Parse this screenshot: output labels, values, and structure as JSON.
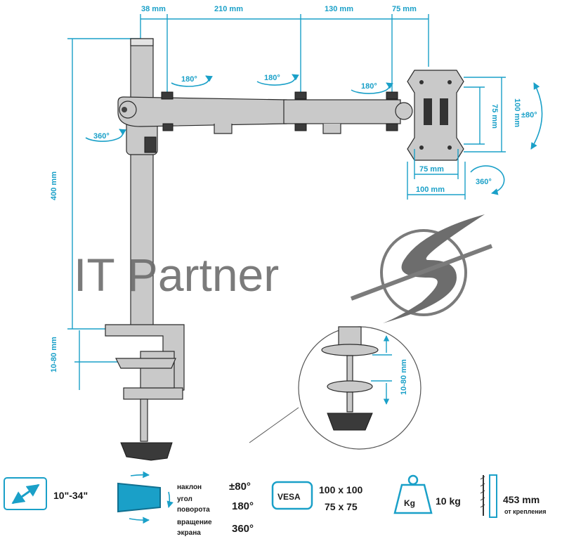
{
  "top_dimensions": [
    "38 mm",
    "210 mm",
    "130 mm",
    "75 mm"
  ],
  "rotation_labels": {
    "joint_1": "180°",
    "joint_2": "180°",
    "joint_3": "180°",
    "base_rotation": "360°",
    "plate_rotation": "360°",
    "tilt": "±80°"
  },
  "side_dimensions": {
    "pole_height": "400 mm",
    "clamp_range": "10-80 mm",
    "detail_clamp_range": "10-80 mm",
    "vesa_inner_h": "75 mm",
    "vesa_outer_h": "100 mm",
    "vesa_inner_w": "75 mm",
    "vesa_outer_w": "100 mm"
  },
  "watermark": "IT Partner",
  "specs": {
    "screen_size": "10\"-34\"",
    "labels": [
      "наклон",
      "угол",
      "поворота",
      "вращение",
      "экрана"
    ],
    "tilt_value": "±80°",
    "swivel_value": "180°",
    "rotation_value": "360°",
    "vesa_badge": "VESA",
    "vesa_large": "100 x 100",
    "vesa_small": "75 x 75",
    "weight_badge": "Kg",
    "weight_value": "10 kg",
    "distance_value": "453 mm",
    "distance_label": "от крепления"
  },
  "colors": {
    "accent": "#1aa0c8",
    "metal": "#c9c9c9",
    "outline": "#2a2a2a"
  }
}
